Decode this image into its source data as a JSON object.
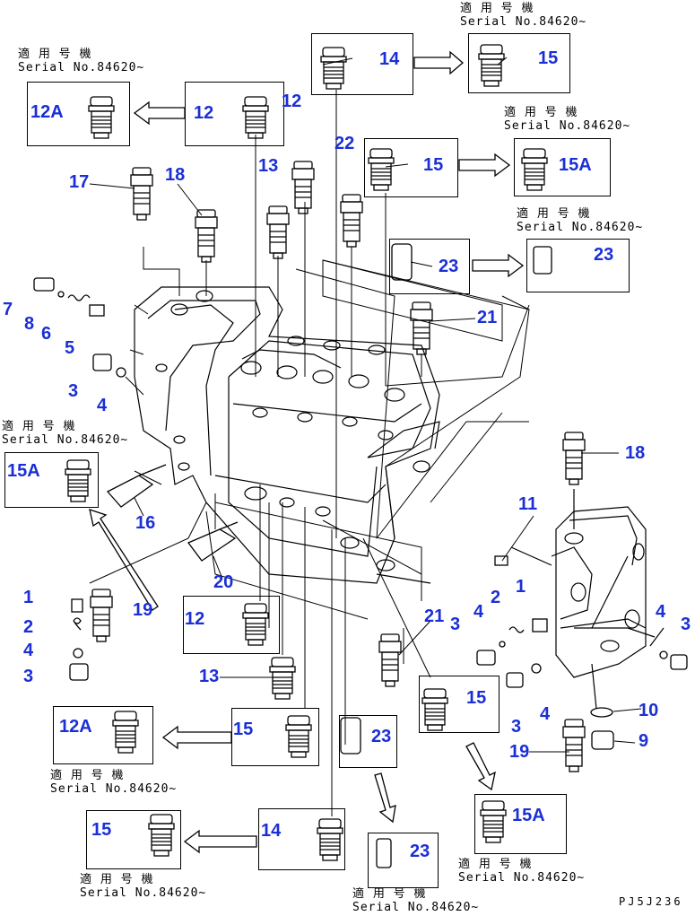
{
  "applicable_label": "適 用 号 機",
  "serial_label": "Serial No.84620~",
  "drawing_code": "PJ5J236",
  "part_numbers": {
    "p1": "1",
    "p2": "2",
    "p3": "3",
    "p4": "4",
    "p5": "5",
    "p6": "6",
    "p7": "7",
    "p8": "8",
    "p9": "9",
    "p10": "10",
    "p11": "11",
    "p12": "12",
    "p12A": "12A",
    "p13": "13",
    "p14": "14",
    "p15": "15",
    "p15A": "15A",
    "p16": "16",
    "p17": "17",
    "p18": "18",
    "p19": "19",
    "p20": "20",
    "p21": "21",
    "p22": "22",
    "p23": "23"
  },
  "colors": {
    "label_blue": "#1a2fd6",
    "line": "#000000"
  }
}
